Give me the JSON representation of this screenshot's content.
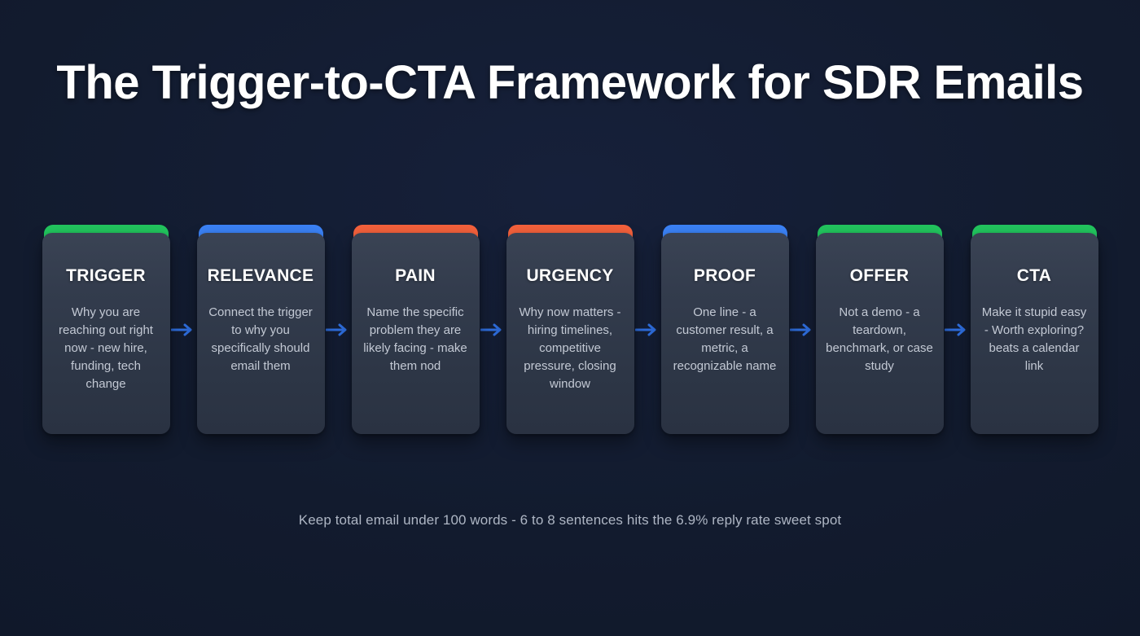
{
  "page": {
    "title": "The Trigger-to-CTA Framework for SDR Emails",
    "background_color": "#121b2e",
    "footnote": "Keep total email under 100 words - 6 to 8 sentences hits the 6.9% reply rate sweet spot"
  },
  "colors": {
    "green": "#22c55e",
    "blue": "#3b82f6",
    "orange": "#f4613c",
    "arrow": "#2f6fe0",
    "card_text": "#c3c9d4",
    "heading": "#ffffff"
  },
  "connector": {
    "icon": "arrow-right-icon",
    "color": "#2f6fe0"
  },
  "steps": [
    {
      "label": "TRIGGER",
      "description": "Why you are reaching out right now - new hire, funding, tech change",
      "accent": "#22c55e",
      "accent_name": "green"
    },
    {
      "label": "RELEVANCE",
      "description": "Connect the trigger to why you specifically should email them",
      "accent": "#3b82f6",
      "accent_name": "blue"
    },
    {
      "label": "PAIN",
      "description": "Name the specific problem they are likely facing - make them nod",
      "accent": "#f4613c",
      "accent_name": "orange"
    },
    {
      "label": "URGENCY",
      "description": "Why now matters - hiring timelines, competitive pressure, closing window",
      "accent": "#f4613c",
      "accent_name": "orange"
    },
    {
      "label": "PROOF",
      "description": "One line - a customer result, a metric, a recognizable name",
      "accent": "#3b82f6",
      "accent_name": "blue"
    },
    {
      "label": "OFFER",
      "description": "Not a demo - a teardown, benchmark, or case study",
      "accent": "#22c55e",
      "accent_name": "green"
    },
    {
      "label": "CTA",
      "description": "Make it stupid easy - Worth exploring? beats a calendar link",
      "accent": "#22c55e",
      "accent_name": "green"
    }
  ]
}
